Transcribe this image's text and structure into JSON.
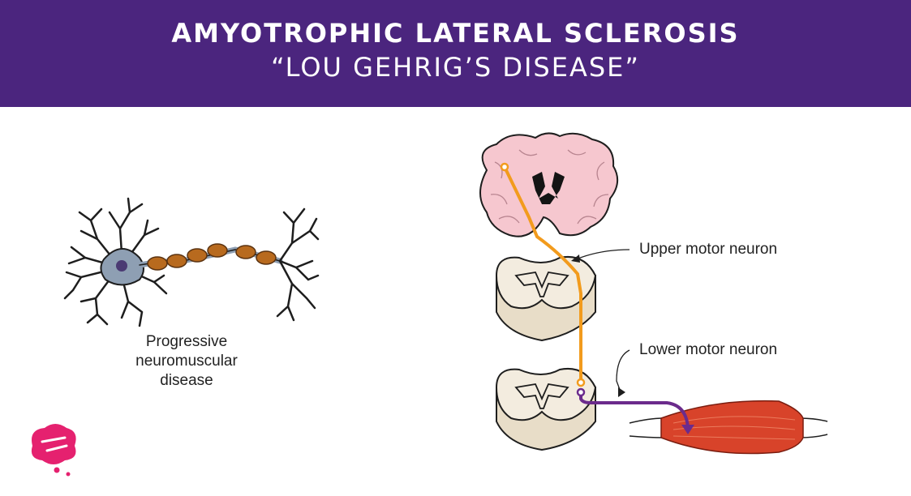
{
  "header": {
    "title_line1": "AMYOTROPHIC LATERAL SCLEROSIS",
    "title_line2": "“LOU GEHRIG’S DISEASE”"
  },
  "neuron_caption": [
    "Progressive",
    "neuromuscular",
    "disease"
  ],
  "labels": {
    "upper": "Upper motor neuron",
    "lower": "Lower motor neuron"
  },
  "colors": {
    "header_bg": "#4b257e",
    "upper_neuron": "#f29b1d",
    "lower_neuron": "#6b2b8c",
    "brain": "#f6c7cf",
    "spinal": "#f3ecdf",
    "muscle": "#d8432a",
    "myelin": "#b86a1e",
    "logo": "#e5216f"
  },
  "icons": [
    "neuron-icon",
    "brain-icon",
    "spinal-cord-icon",
    "muscle-icon",
    "brain-logo-icon"
  ]
}
